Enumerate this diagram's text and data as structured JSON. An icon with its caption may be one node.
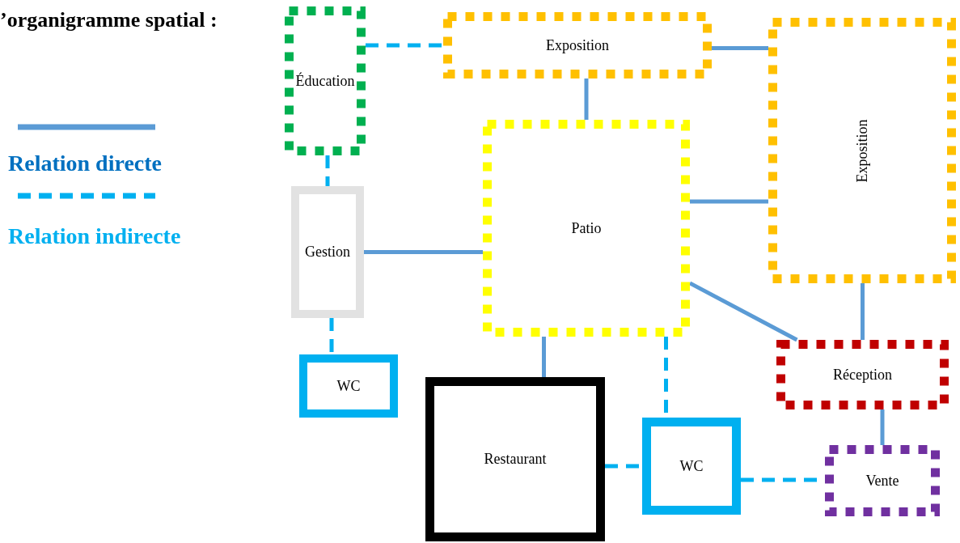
{
  "diagram": {
    "title": "’organigramme spatial :",
    "nodes": [
      {
        "text": [
          "Éducation"
        ]
      },
      {
        "text": [
          "Exposition"
        ]
      },
      {
        "text": [
          "Exposition"
        ]
      },
      {
        "text": [
          "Gestion"
        ]
      },
      {
        "text": [
          "Patio"
        ]
      },
      {
        "text": [
          "WC"
        ]
      },
      {
        "text": [
          "Réception"
        ]
      },
      {
        "text": [
          "Restaurant"
        ]
      },
      {
        "text": [
          "WC"
        ]
      },
      {
        "text": [
          "Vente"
        ]
      }
    ],
    "edges": [
      {
        "from": 0,
        "to": 1,
        "arrow": "none",
        "style": "dashed",
        "color": "#00b0f0"
      },
      {
        "from": 0,
        "to": 3,
        "arrow": "none",
        "style": "dashed",
        "color": "#00b0f0"
      },
      {
        "from": 1,
        "to": 2,
        "arrow": "none"
      },
      {
        "from": 1,
        "to": 4,
        "arrow": "none"
      },
      {
        "from": 3,
        "to": 4,
        "arrow": "none"
      },
      {
        "from": 4,
        "to": 2,
        "arrow": "none"
      },
      {
        "from": 3,
        "to": 5,
        "arrow": "none",
        "style": "dashed",
        "color": "#00b0f0"
      },
      {
        "from": 4,
        "to": 7,
        "arrow": "none"
      },
      {
        "from": 4,
        "to": 8,
        "arrow": "none",
        "style": "dashed",
        "color": "#00b0f0"
      },
      {
        "from": 4,
        "to": 6,
        "arrow": "none"
      },
      {
        "from": 2,
        "to": 6,
        "arrow": "none"
      },
      {
        "from": 7,
        "to": 8,
        "arrow": "none",
        "style": "dashed",
        "color": "#00b0f0"
      },
      {
        "from": 6,
        "to": 9,
        "arrow": "none"
      },
      {
        "from": 8,
        "to": 9,
        "arrow": "none",
        "style": "dashed",
        "color": "#00b0f0"
      }
    ],
    "legend": [
      {
        "text": "Relation directe"
      },
      {
        "text": "Relation indirecte"
      }
    ]
  }
}
